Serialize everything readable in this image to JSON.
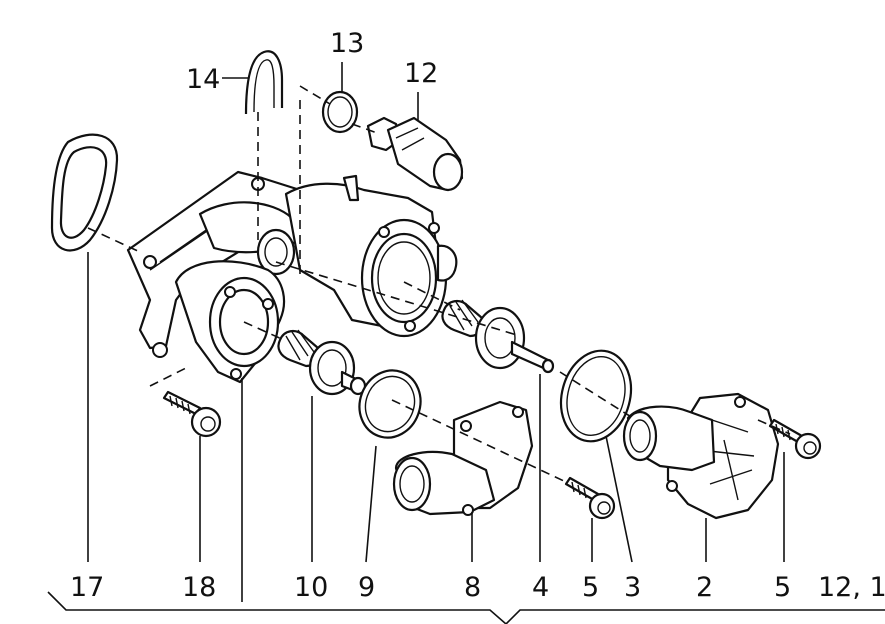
{
  "labels": {
    "p17": "17",
    "p18": "18",
    "p10": "10",
    "p9": "9",
    "p8": "8",
    "p4": "4",
    "p5a": "5",
    "p3": "3",
    "p2": "2",
    "p5b": "5",
    "p12_1": "12, 1",
    "p14": "14",
    "p13": "13",
    "p12": "12"
  }
}
